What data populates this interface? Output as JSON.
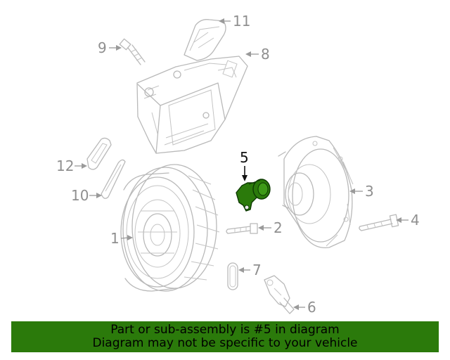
{
  "diagram": {
    "callouts": [
      {
        "label": "1"
      },
      {
        "label": "2"
      },
      {
        "label": "3"
      },
      {
        "label": "4"
      },
      {
        "label": "5"
      },
      {
        "label": "6"
      },
      {
        "label": "7"
      },
      {
        "label": "8"
      },
      {
        "label": "9"
      },
      {
        "label": "10"
      },
      {
        "label": "11"
      },
      {
        "label": "12"
      }
    ],
    "highlight_color": "#2b7a0b",
    "part_color": "#b9b9b9"
  },
  "banner": {
    "line1": "Part or sub-assembly is #5 in diagram",
    "line2": "Diagram may not be specific to your vehicle",
    "background": "#2b7a0b"
  }
}
